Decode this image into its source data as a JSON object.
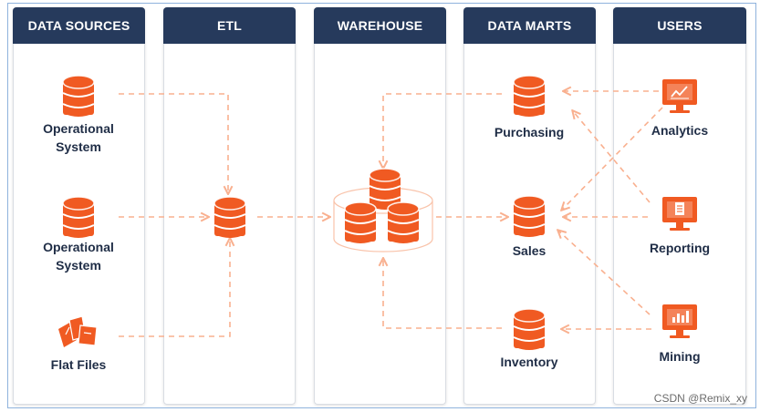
{
  "colors": {
    "accent": "#f05a22",
    "header_bg": "#263a5c",
    "flow": "#f9b08f"
  },
  "columns": [
    {
      "title": "DATA SOURCES"
    },
    {
      "title": "ETL"
    },
    {
      "title": "WAREHOUSE"
    },
    {
      "title": "DATA MARTS"
    },
    {
      "title": "USERS"
    }
  ],
  "sources": [
    {
      "label": "Operational System",
      "line1": "Operational",
      "line2": "System",
      "icon": "database-icon"
    },
    {
      "label": "Operational System",
      "line1": "Operational",
      "line2": "System",
      "icon": "database-icon"
    },
    {
      "label": "Flat Files",
      "icon": "flat-files-icon"
    }
  ],
  "marts": [
    {
      "label": "Purchasing",
      "icon": "database-icon"
    },
    {
      "label": "Sales",
      "icon": "database-icon"
    },
    {
      "label": "Inventory",
      "icon": "database-icon"
    }
  ],
  "users": [
    {
      "label": "Analytics",
      "icon": "analytics-monitor-icon"
    },
    {
      "label": "Reporting",
      "icon": "report-monitor-icon"
    },
    {
      "label": "Mining",
      "icon": "mining-monitor-icon"
    }
  ],
  "watermark": "CSDN @Remix_xy"
}
